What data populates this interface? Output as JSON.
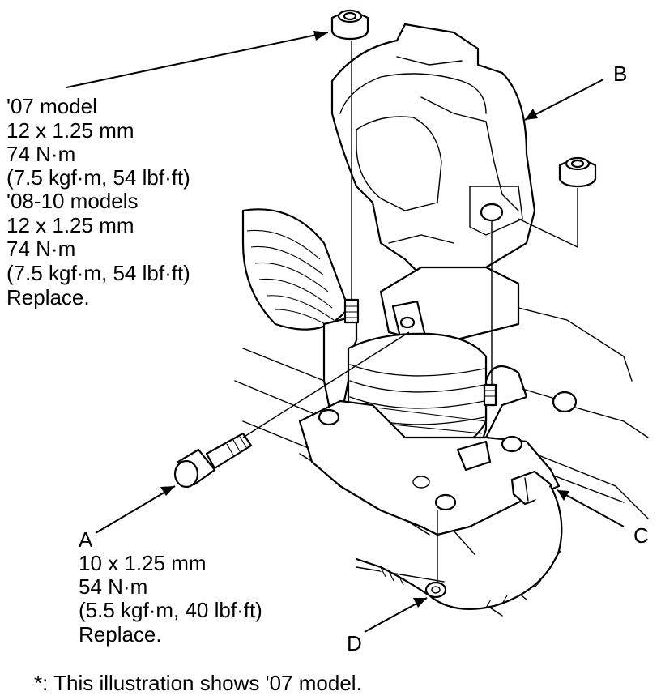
{
  "labels": {
    "nut_spec": [
      "'07 model",
      "12 x 1.25 mm",
      "74 N·m",
      "(7.5 kgf·m, 54 lbf·ft)",
      "'08-10 models",
      "12 x 1.25 mm",
      "74 N·m",
      "(7.5 kgf·m, 54 lbf·ft)",
      "Replace."
    ],
    "bolt_spec": [
      "A",
      "10 x 1.25 mm",
      "54 N·m",
      "(5.5 kgf·m, 40 lbf·ft)",
      "Replace."
    ],
    "callout_b": "B",
    "callout_c": "C",
    "callout_d": "D",
    "footnote": "*: This illustration shows '07 model."
  }
}
